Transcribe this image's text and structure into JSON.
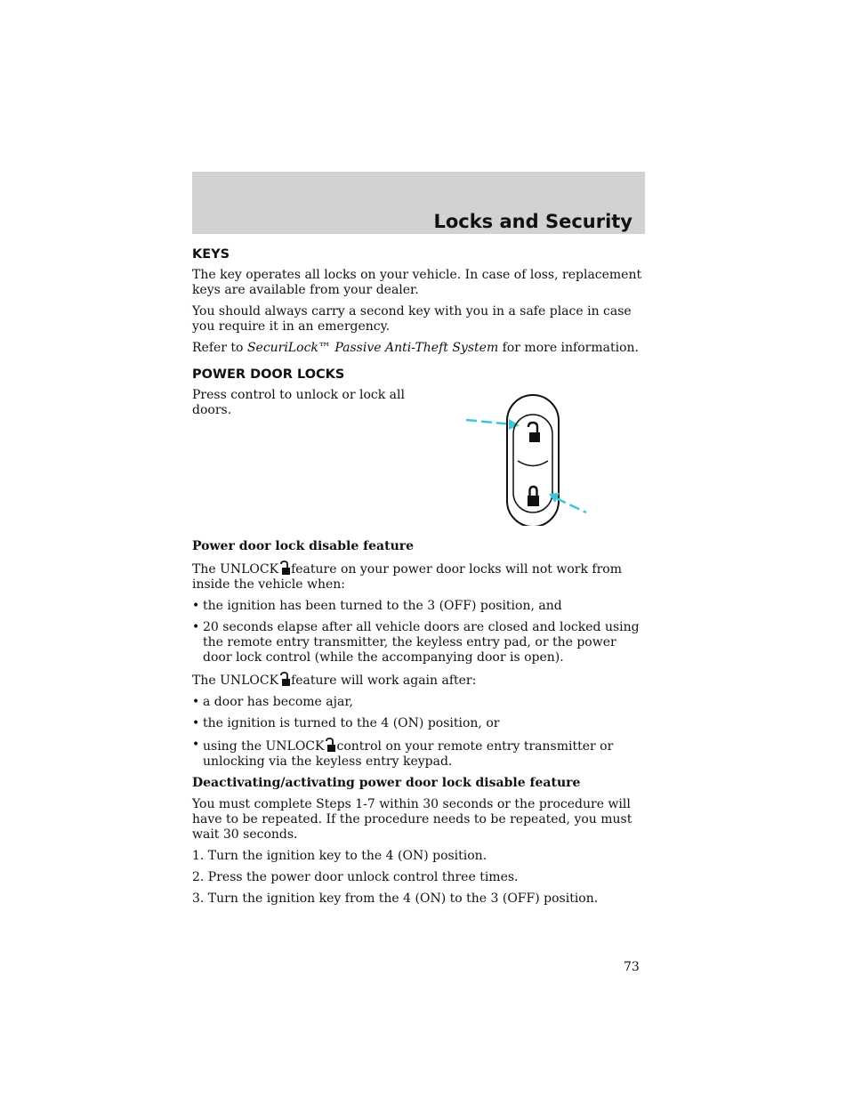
{
  "header": {
    "title": "Locks and Security"
  },
  "keys": {
    "heading": "KEYS",
    "p1": "The key operates all locks on your vehicle. In case of loss, replacement keys are available from your dealer.",
    "p2": "You should always carry a second key with you in a safe place in case you require it in an emergency.",
    "p3_before": "Refer to",
    "p3_italic": "SecuriLock™ Passive Anti-Theft System",
    "p3_after": "for more information."
  },
  "power_door_locks": {
    "heading": "POWER DOOR LOCKS",
    "text": "Press control to unlock or lock all doors."
  },
  "disable_feature": {
    "heading": "Power door lock disable feature",
    "intro_before": "The UNLOCK",
    "intro_after": "feature on your power door locks will not work from inside the vehicle when:",
    "bullets": [
      "the ignition has been turned to the 3 (OFF) position, and",
      "20 seconds elapse after all vehicle doors are closed and locked using the remote entry transmitter, the keyless entry pad, or the power door lock control (while the accompanying door is open)."
    ],
    "again_before": "The UNLOCK",
    "again_after": "feature will work again after:",
    "bullets2": [
      "a door has become ajar,",
      "the ignition is turned to the 4 (ON) position, or"
    ],
    "bullet3_before": "using the UNLOCK",
    "bullet3_after": "control on your remote entry transmitter or unlocking via the keyless entry keypad."
  },
  "deactivating": {
    "heading": "Deactivating/activating power door lock disable feature",
    "intro": "You must complete Steps 1-7 within 30 seconds or the procedure will have to be repeated. If the procedure needs to be repeated, you must wait 30 seconds.",
    "steps": [
      "1. Turn the ignition key to the 4 (ON) position.",
      "2. Press the power door unlock control three times.",
      "3. Turn the ignition key from the 4 (ON) to the 3 (OFF) position."
    ]
  },
  "page_number": "73",
  "colors": {
    "header_bg": "#d2d2d2",
    "arrow": "#3ec6d8"
  }
}
